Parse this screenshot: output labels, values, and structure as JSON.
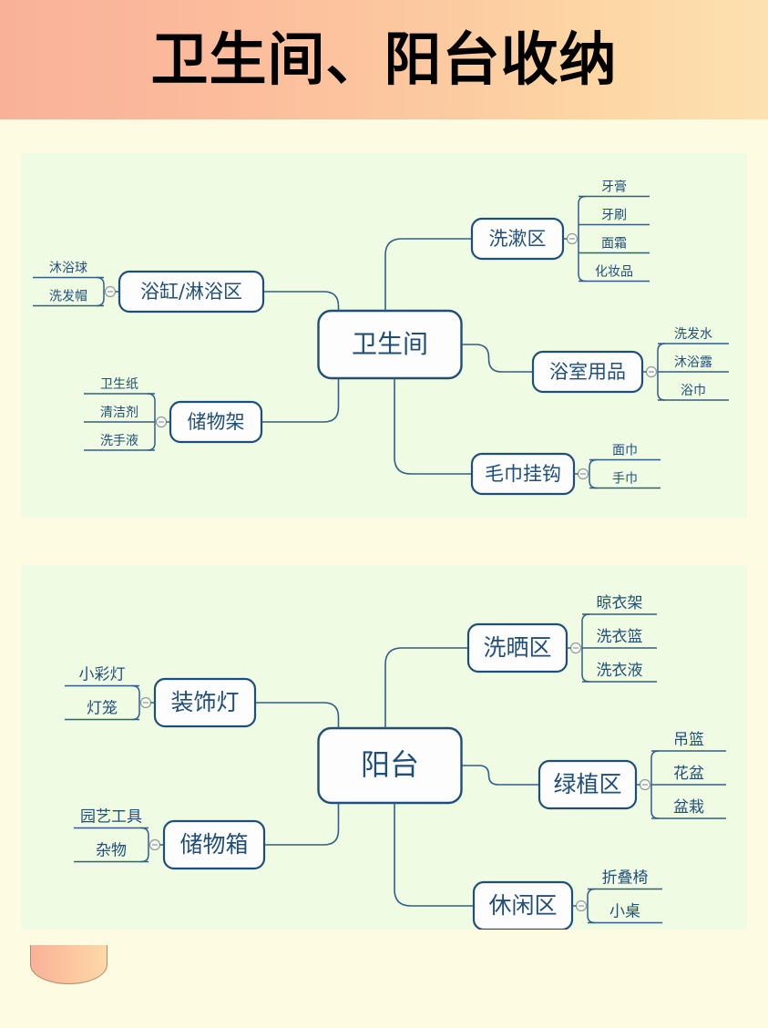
{
  "header": {
    "title": "卫生间、阳台收纳",
    "gradient_from": "#f9b298",
    "gradient_to": "#fde1b0"
  },
  "theme": {
    "page_background": "#fdfce2",
    "panel_background": "#f0fbe4",
    "node_border": "#1f4e79",
    "node_fill": "#fdfdfd",
    "node_text": "#1f4e79",
    "leaf_text": "#1f4e79",
    "connector_stroke": "#2f5f86"
  },
  "maps": [
    {
      "id": "bathroom",
      "root": "卫生间",
      "right_branches": [
        {
          "label": "洗漱区",
          "leaves": [
            "牙膏",
            "牙刷",
            "面霜",
            "化妆品"
          ]
        },
        {
          "label": "浴室用品",
          "leaves": [
            "洗发水",
            "沐浴露",
            "浴巾"
          ]
        },
        {
          "label": "毛巾挂钩",
          "leaves": [
            "面巾",
            "手巾"
          ]
        }
      ],
      "left_branches": [
        {
          "label": "浴缸/淋浴区",
          "leaves": [
            "沐浴球",
            "洗发帽"
          ]
        },
        {
          "label": "储物架",
          "leaves": [
            "卫生纸",
            "清洁剂",
            "洗手液"
          ]
        }
      ]
    },
    {
      "id": "balcony",
      "root": "阳台",
      "right_branches": [
        {
          "label": "洗晒区",
          "leaves": [
            "晾衣架",
            "洗衣篮",
            "洗衣液"
          ]
        },
        {
          "label": "绿植区",
          "leaves": [
            "吊篮",
            "花盆",
            "盆栽"
          ]
        },
        {
          "label": "休闲区",
          "leaves": [
            "折叠椅",
            "小桌"
          ]
        }
      ],
      "left_branches": [
        {
          "label": "装饰灯",
          "leaves": [
            "小彩灯",
            "灯笼"
          ]
        },
        {
          "label": "储物箱",
          "leaves": [
            "园艺工具",
            "杂物"
          ]
        }
      ]
    }
  ]
}
